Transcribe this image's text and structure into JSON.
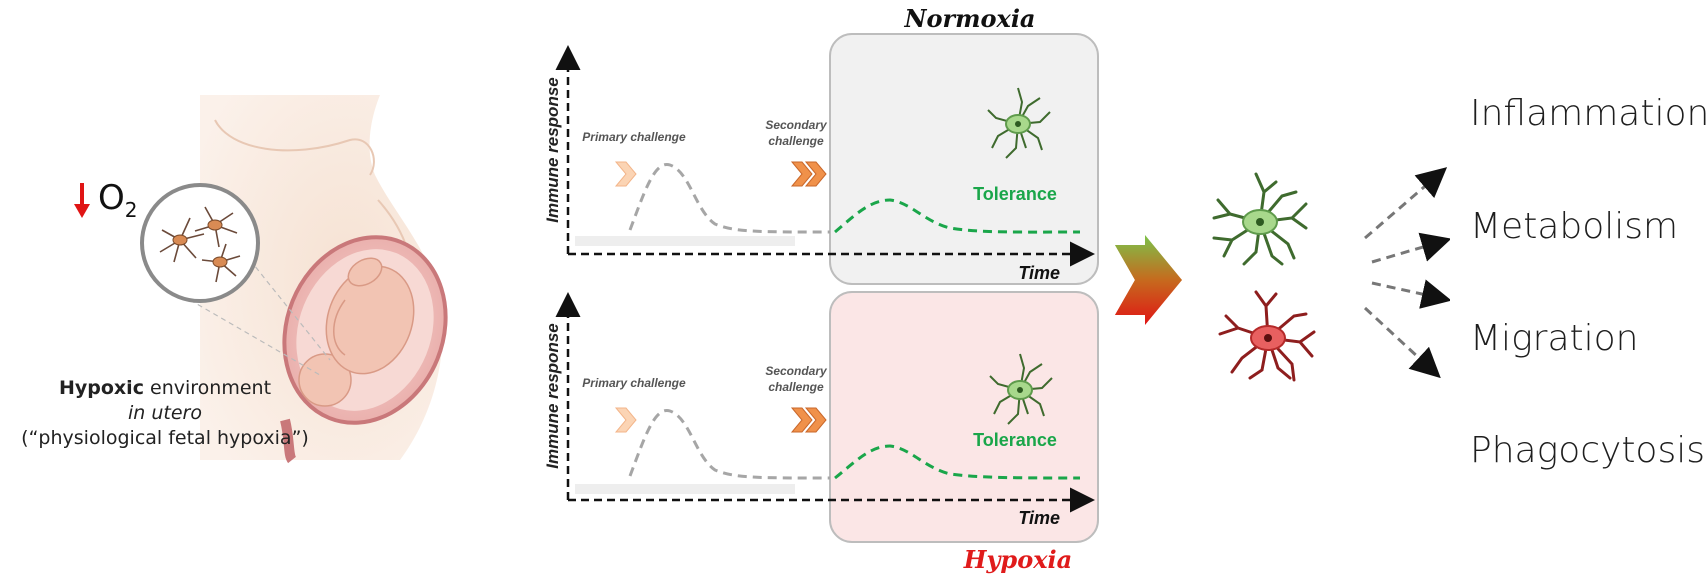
{
  "left": {
    "o2_label": "O",
    "o2_sub": "2",
    "env_bold": "Hypoxic",
    "env_rest": " environment",
    "env_line2": "in utero",
    "env_line3": "(“physiological fetal hypoxia”)"
  },
  "panels": [
    {
      "condition": "Normoxia",
      "condition_color": "#111111",
      "box_fill": "#f1f1f1",
      "y_label": "Immune  response",
      "x_label": "Time",
      "primary_label": "Primary challenge",
      "secondary_label_1": "Secondary",
      "secondary_label_2": "challenge",
      "outcome_label": "Tolerance"
    },
    {
      "condition": "Hypoxia",
      "condition_color": "#e01b1b",
      "box_fill": "#fbe6e6",
      "y_label": "Immune  response",
      "x_label": "Time",
      "primary_label": "Primary challenge",
      "secondary_label_1": "Secondary",
      "secondary_label_2": "challenge",
      "outcome_label": "Tolerance"
    }
  ],
  "outcomes": [
    "Inflammation",
    "Metabolism",
    "Migration",
    "Phagocytosis"
  ],
  "colors": {
    "tolerance_green": "#1aa64a",
    "microglia_green": "#5f9b4c",
    "microglia_red": "#b52a2a",
    "skin": "#f4dccb",
    "uterus": "#e4a0a0"
  }
}
